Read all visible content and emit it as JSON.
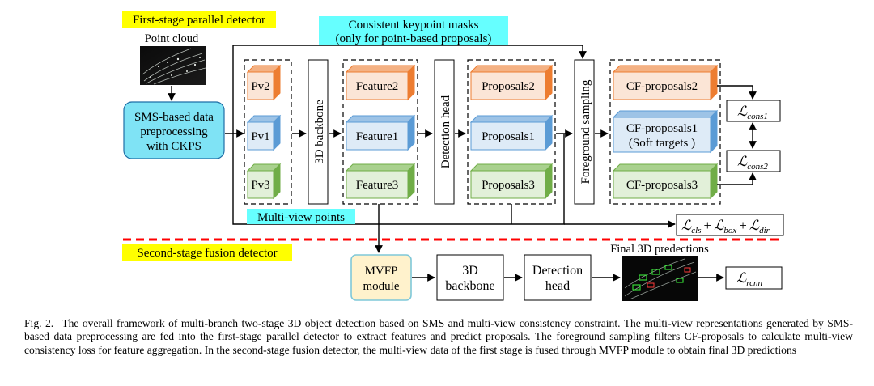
{
  "labels": {
    "first_stage": "First-stage parallel detector",
    "second_stage": "Second-stage fusion detector",
    "point_cloud": "Point cloud",
    "consistent_masks_line1": "Consistent keypoint masks",
    "consistent_masks_line2": "(only for point-based proposals)",
    "multi_view_points": "Multi-view points",
    "final_predictions": "Final 3D predections"
  },
  "boxes": {
    "sms_line1": "SMS-based data",
    "sms_line2": "preprocessing",
    "sms_line3": "with CKPS",
    "pv2": "Pv2",
    "pv1": "Pv1",
    "pv3": "Pv3",
    "backbone3d": "3D backbone",
    "feature2": "Feature2",
    "feature1": "Feature1",
    "feature3": "Feature3",
    "detection_head": "Detection head",
    "proposals2": "Proposals2",
    "proposals1": "Proposals1",
    "proposals3": "Proposals3",
    "foreground_sampling": "Foreground sampling",
    "cf_proposals2": "CF-proposals2",
    "cf_proposals1_line1": "CF-proposals1",
    "cf_proposals1_line2": "(Soft targets )",
    "cf_proposals3": "CF-proposals3",
    "mvfp_line1": "MVFP",
    "mvfp_line2": "module",
    "s2_backbone_line1": "3D",
    "s2_backbone_line2": "backbone",
    "s2_head_line1": "Detection",
    "s2_head_line2": "head"
  },
  "losses": {
    "cons1_sub": "cons1",
    "cons2_sub": "cons2",
    "cls_sub": "cls",
    "box_sub": "box",
    "dir_sub": "dir",
    "rcnn_sub": "rcnn",
    "plus": "+"
  },
  "caption": {
    "fig": "Fig. 2.",
    "text": "The overall framework of multi-branch two-stage 3D object detection based on SMS and multi-view consistency constraint. The multi-view representations generated by SMS-based data preprocessing are fed into the first-stage parallel detector to extract features and predict proposals. The foreground sampling filters CF-proposals to calculate multi-view consistency loss for feature aggregation. In the second-stage fusion detector, the multi-view data of the first stage is fused through MVFP module to obtain final 3D predictions"
  },
  "colors": {
    "yellow_label": "#ffff00",
    "cyan_label": "#66ffff",
    "orange_face": "#fbe5d6",
    "orange_edge": "#ed7d31",
    "blue_face": "#deebf7",
    "blue_edge": "#5b9bd5",
    "green_face": "#e2f0d9",
    "green_edge": "#70ad47",
    "sms_fill": "#7fe3f5",
    "mvfp_fill": "#fff2cc",
    "red_dash": "#ff0000"
  }
}
